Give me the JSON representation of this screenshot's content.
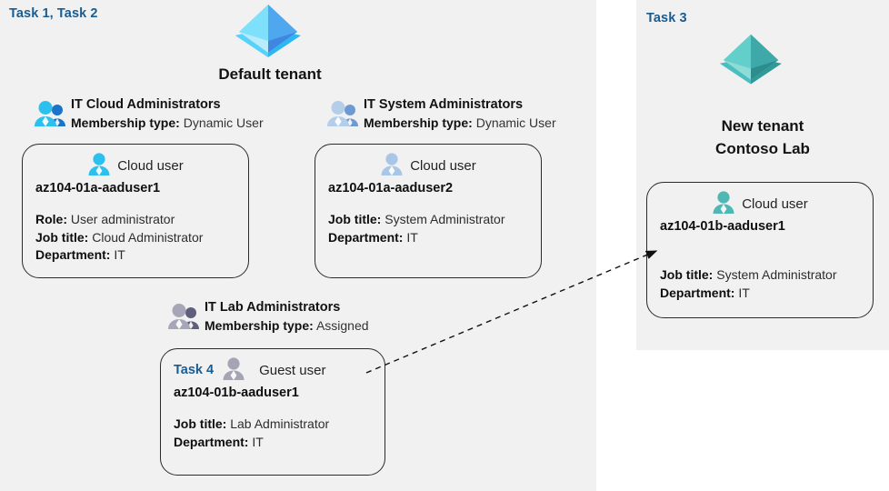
{
  "left_panel": {
    "task_label": "Task 1, Task 2",
    "tenant": {
      "icon": "azure-ad-tenant-icon",
      "name": "Default tenant"
    },
    "groups": [
      {
        "icon": "group-users-icon",
        "name": "IT Cloud Administrators",
        "membership_key": "Membership type:",
        "membership_value": "Dynamic User",
        "user_card": {
          "user_type_icon": "cloud-user-icon",
          "user_type": "Cloud user",
          "upn": "az104-01a-aaduser1",
          "attributes": [
            {
              "key": "Role:",
              "value": "User administrator"
            },
            {
              "key": "Job title:",
              "value": "Cloud Administrator"
            },
            {
              "key": "Department:",
              "value": "IT"
            }
          ]
        }
      },
      {
        "icon": "group-users-icon",
        "name": "IT System Administrators",
        "membership_key": "Membership type:",
        "membership_value": "Dynamic User",
        "user_card": {
          "user_type_icon": "cloud-user-icon",
          "user_type": "Cloud user",
          "upn": "az104-01a-aaduser2",
          "attributes": [
            {
              "key": "Job title:",
              "value": "System Administrator"
            },
            {
              "key": "Department:",
              "value": "IT"
            }
          ]
        }
      },
      {
        "icon": "group-users-icon",
        "name": "IT Lab Administrators",
        "membership_key": "Membership type:",
        "membership_value": "Assigned",
        "user_card": {
          "task_label": "Task 4",
          "user_type_icon": "guest-user-icon",
          "user_type": "Guest user",
          "upn": "az104-01b-aaduser1",
          "attributes": [
            {
              "key": "Job title:",
              "value": "Lab Administrator"
            },
            {
              "key": "Department:",
              "value": "IT"
            }
          ]
        }
      }
    ]
  },
  "right_panel": {
    "task_label": "Task 3",
    "tenant": {
      "icon": "azure-ad-tenant-icon",
      "name_line1": "New  tenant",
      "name_line2": "Contoso Lab"
    },
    "user_card": {
      "user_type_icon": "cloud-user-icon",
      "user_type": "Cloud user",
      "upn": "az104-01b-aaduser1",
      "attributes": [
        {
          "key": "Job title:",
          "value": "System Administrator"
        },
        {
          "key": "Department:",
          "value": "IT"
        }
      ]
    }
  },
  "connector": {
    "name": "guest-invitation-arrow",
    "style": "dashed-arrow"
  },
  "colors": {
    "panel_background": "#f1f1f1",
    "task_label": "#1a5c8f",
    "card_border": "#2b2b2b",
    "tenant_left_primary": "#32b6f1",
    "tenant_left_secondary": "#3b78d8",
    "tenant_right_primary": "#4cc3c3",
    "tenant_right_secondary": "#2f8f8f",
    "group_icon_1": "#27b4e8",
    "group_icon_2": "#a8c4e3",
    "group_icon_3": "#8a8aa5",
    "guest_icon": "#9a9aa8"
  }
}
